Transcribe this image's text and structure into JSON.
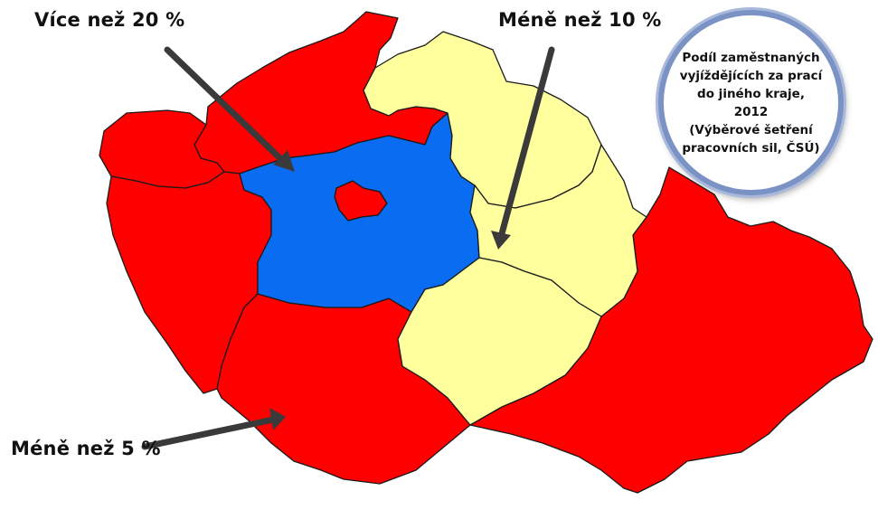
{
  "labels": {
    "more_than_20": "Více než 20 %",
    "less_than_10": "Méně než 10 %",
    "less_than_5": "Méně než 5 %"
  },
  "legend": {
    "lines": [
      "Podíl zaměstnaných",
      "vyjíždějících za prací",
      "do jiného kraje,",
      "2012",
      "(Výběrové šetření",
      "pracovních sil, ČSÚ)"
    ]
  },
  "colors": {
    "more_than_20": "#0a6cf0",
    "less_than_10": "#ffff9e",
    "less_than_5": "#ff0000",
    "arrow": "#3a3a3a",
    "border": "#1a1a1a"
  }
}
